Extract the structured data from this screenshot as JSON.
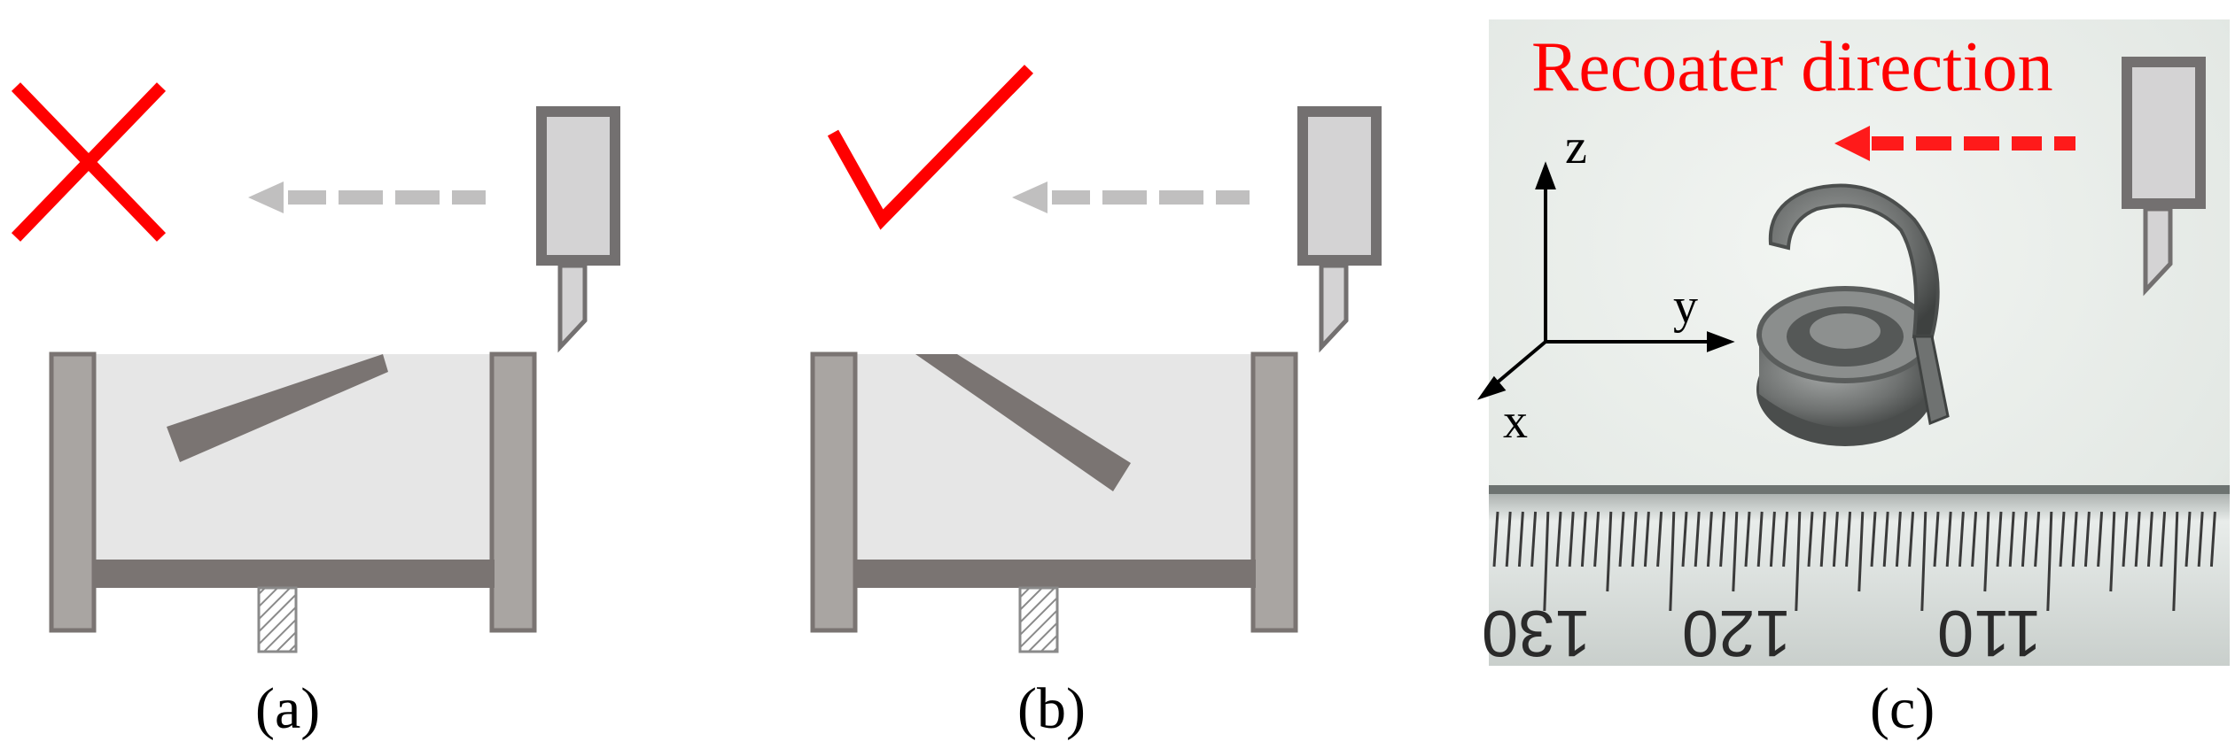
{
  "panels": [
    {
      "caption": "(a)",
      "verdict": "cross"
    },
    {
      "caption": "(b)",
      "verdict": "check"
    },
    {
      "caption": "(c)"
    }
  ],
  "photo": {
    "title": "Recoater  direction",
    "axes": {
      "z": "z",
      "y": "y",
      "x": "x"
    },
    "ruler_numbers": [
      "130",
      "120",
      "110"
    ]
  },
  "colors": {
    "mark": "#ff0000",
    "wall": "#a9a5a2",
    "dark_gray": "#7a7472",
    "powder": "#e6e6e6",
    "arrow_gray": "#c0bfbf",
    "recoater_fill": "#d4d3d4"
  }
}
